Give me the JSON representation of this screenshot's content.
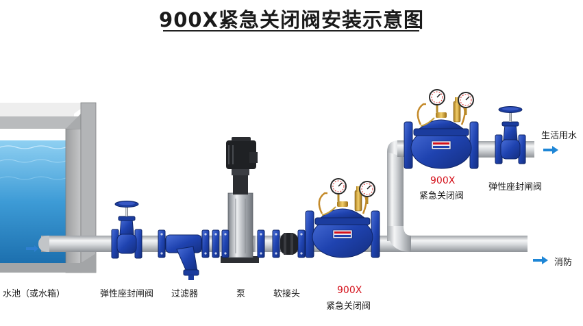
{
  "title": "900X紧急关闭阀安装示意图",
  "labels": {
    "tank": "水池（或水箱）",
    "gate_valve_1": "弹性座封闸阀",
    "strainer": "过滤器",
    "pump": "泵",
    "flex_joint": "软接头",
    "valve_model_1": "900X",
    "valve_name_1": "紧急关闭阀",
    "valve_model_2": "900X",
    "valve_name_2": "紧急关闭阀",
    "gate_valve_2": "弹性座封闸阀",
    "outlet_domestic": "生活用水",
    "outlet_fire": "消防"
  },
  "colors": {
    "valve_blue": "#1f43b0",
    "label_red": "#d4101a",
    "arrow_blue": "#1e86d6",
    "water": "#3fa1dc",
    "pipe": "#c9ccd0"
  },
  "icons": {
    "flow_arrow": "arrow-right-icon",
    "gauge": "pressure-gauge-icon"
  }
}
